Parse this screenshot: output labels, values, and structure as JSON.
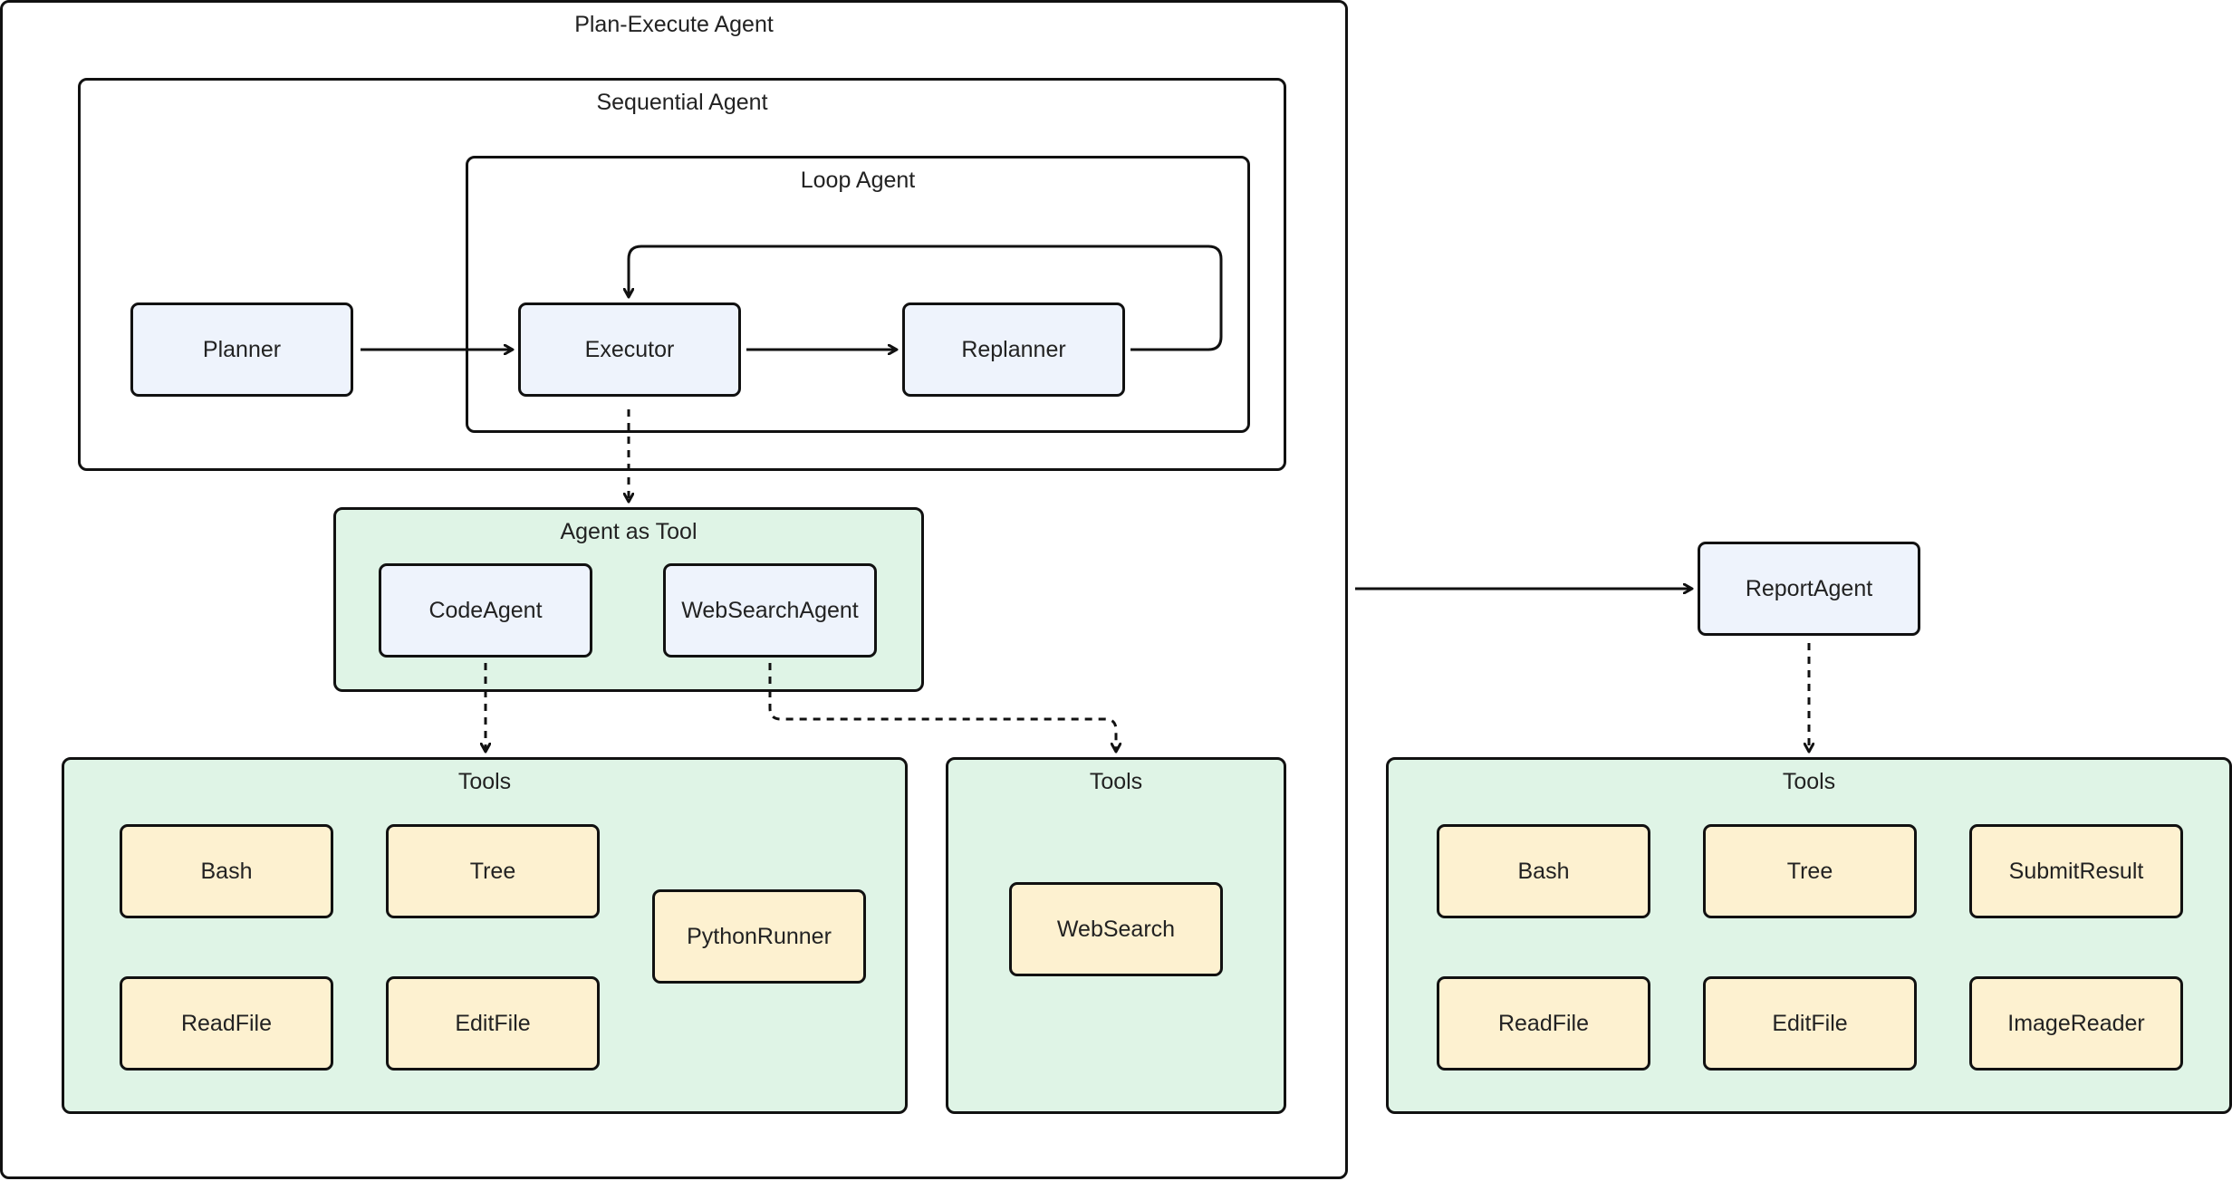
{
  "containers": {
    "plan_execute": "Plan-Execute Agent",
    "sequential": "Sequential Agent",
    "loop": "Loop Agent",
    "agent_as_tool": "Agent as Tool",
    "tools_code": "Tools",
    "tools_web": "Tools",
    "tools_report": "Tools"
  },
  "agents": {
    "planner": "Planner",
    "executor": "Executor",
    "replanner": "Replanner",
    "code_agent": "CodeAgent",
    "websearch_agent": "WebSearchAgent",
    "report_agent": "ReportAgent"
  },
  "tools": {
    "code": {
      "bash": "Bash",
      "tree": "Tree",
      "readfile": "ReadFile",
      "editfile": "EditFile",
      "pythonrunner": "PythonRunner"
    },
    "web": {
      "websearch": "WebSearch"
    },
    "report": {
      "bash": "Bash",
      "tree": "Tree",
      "submitresult": "SubmitResult",
      "readfile": "ReadFile",
      "editfile": "EditFile",
      "imagereader": "ImageReader"
    }
  },
  "colors": {
    "agent_fill": "#eef3fc",
    "tool_fill": "#fdf1d0",
    "tool_group_fill": "#dff4e6",
    "stroke": "#111111"
  }
}
